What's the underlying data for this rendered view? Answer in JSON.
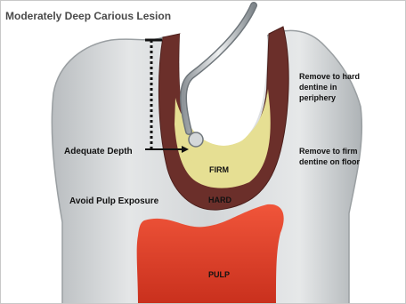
{
  "title": "Moderately Deep Carious Lesion",
  "labels": {
    "adequate_depth": "Adequate Depth",
    "avoid_pulp": "Avoid Pulp Exposure",
    "remove_hard_1": "Remove to hard",
    "remove_hard_2": "dentine in",
    "remove_hard_3": "periphery",
    "remove_firm_1": "Remove to firm",
    "remove_firm_2": "dentine on floor",
    "firm": "FIRM",
    "hard": "HARD",
    "pulp": "PULP"
  },
  "colors": {
    "tooth": "#d7dadb",
    "tooth_edge": "#9a9fa2",
    "hard_dentine": "#6b2f2a",
    "firm_dentine": "#e6df93",
    "pulp": "#e2402a",
    "instrument": "#b9bec2",
    "title_text": "#4a4a4a",
    "label_text": "#111111"
  },
  "icons": {
    "probe": "dental-probe-icon"
  }
}
